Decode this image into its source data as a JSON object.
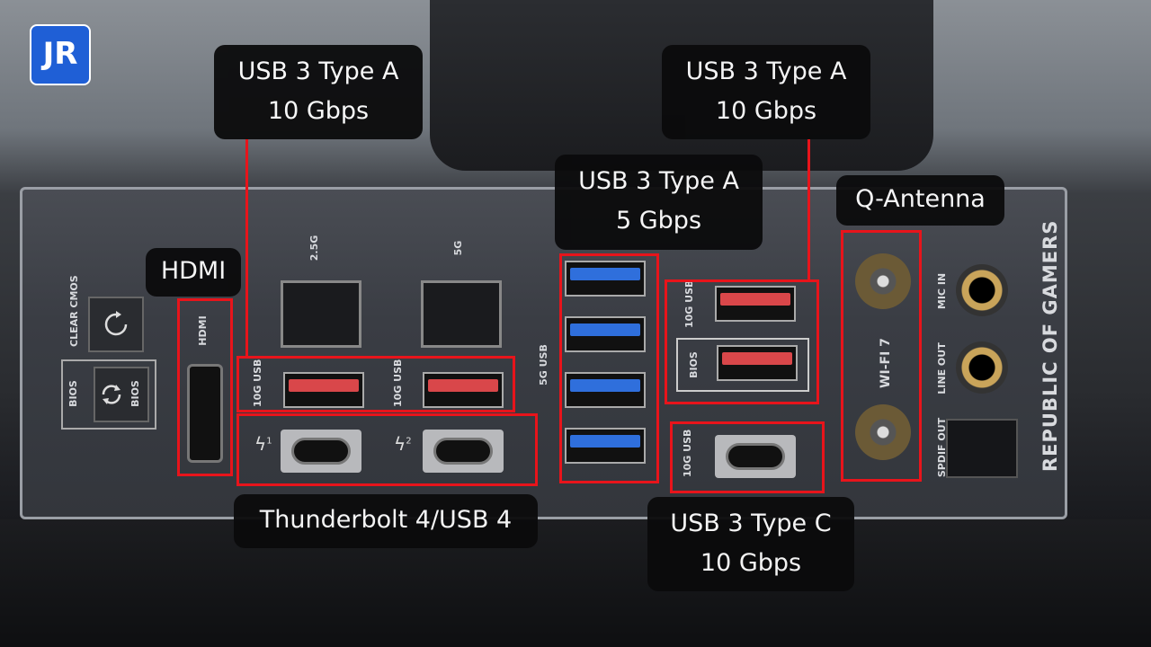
{
  "logo": {
    "text": "JR",
    "color": "#1f5fd6"
  },
  "callouts": {
    "usb_a_10g_left": [
      "USB 3 Type A",
      "10 Gbps"
    ],
    "usb_a_10g_right": [
      "USB 3 Type A",
      "10 Gbps"
    ],
    "usb_a_5g": [
      "USB 3 Type A",
      "5 Gbps"
    ],
    "q_antenna": "Q-Antenna",
    "hdmi": "HDMI",
    "thunderbolt": "Thunderbolt 4/USB 4",
    "usb_c": [
      "USB 3 Type C",
      "10 Gbps"
    ]
  },
  "highlight_color": "#e8141b",
  "panel_text": {
    "clear_cmos": "CLEAR CMOS",
    "bios": "BIOS",
    "bios_btn": "BIOS",
    "hdmi": "HDMI",
    "lan1": "2.5G",
    "lan2": "5G",
    "usb10g": "10G USB",
    "usb5g": "5G USB",
    "tb1": "1",
    "tb2": "2",
    "wifi": "WI-FI 7",
    "mic": "MIC IN",
    "line": "LINE OUT",
    "spdif": "SPDIF OUT",
    "brand": "REPUBLIC OF GAMERS"
  }
}
